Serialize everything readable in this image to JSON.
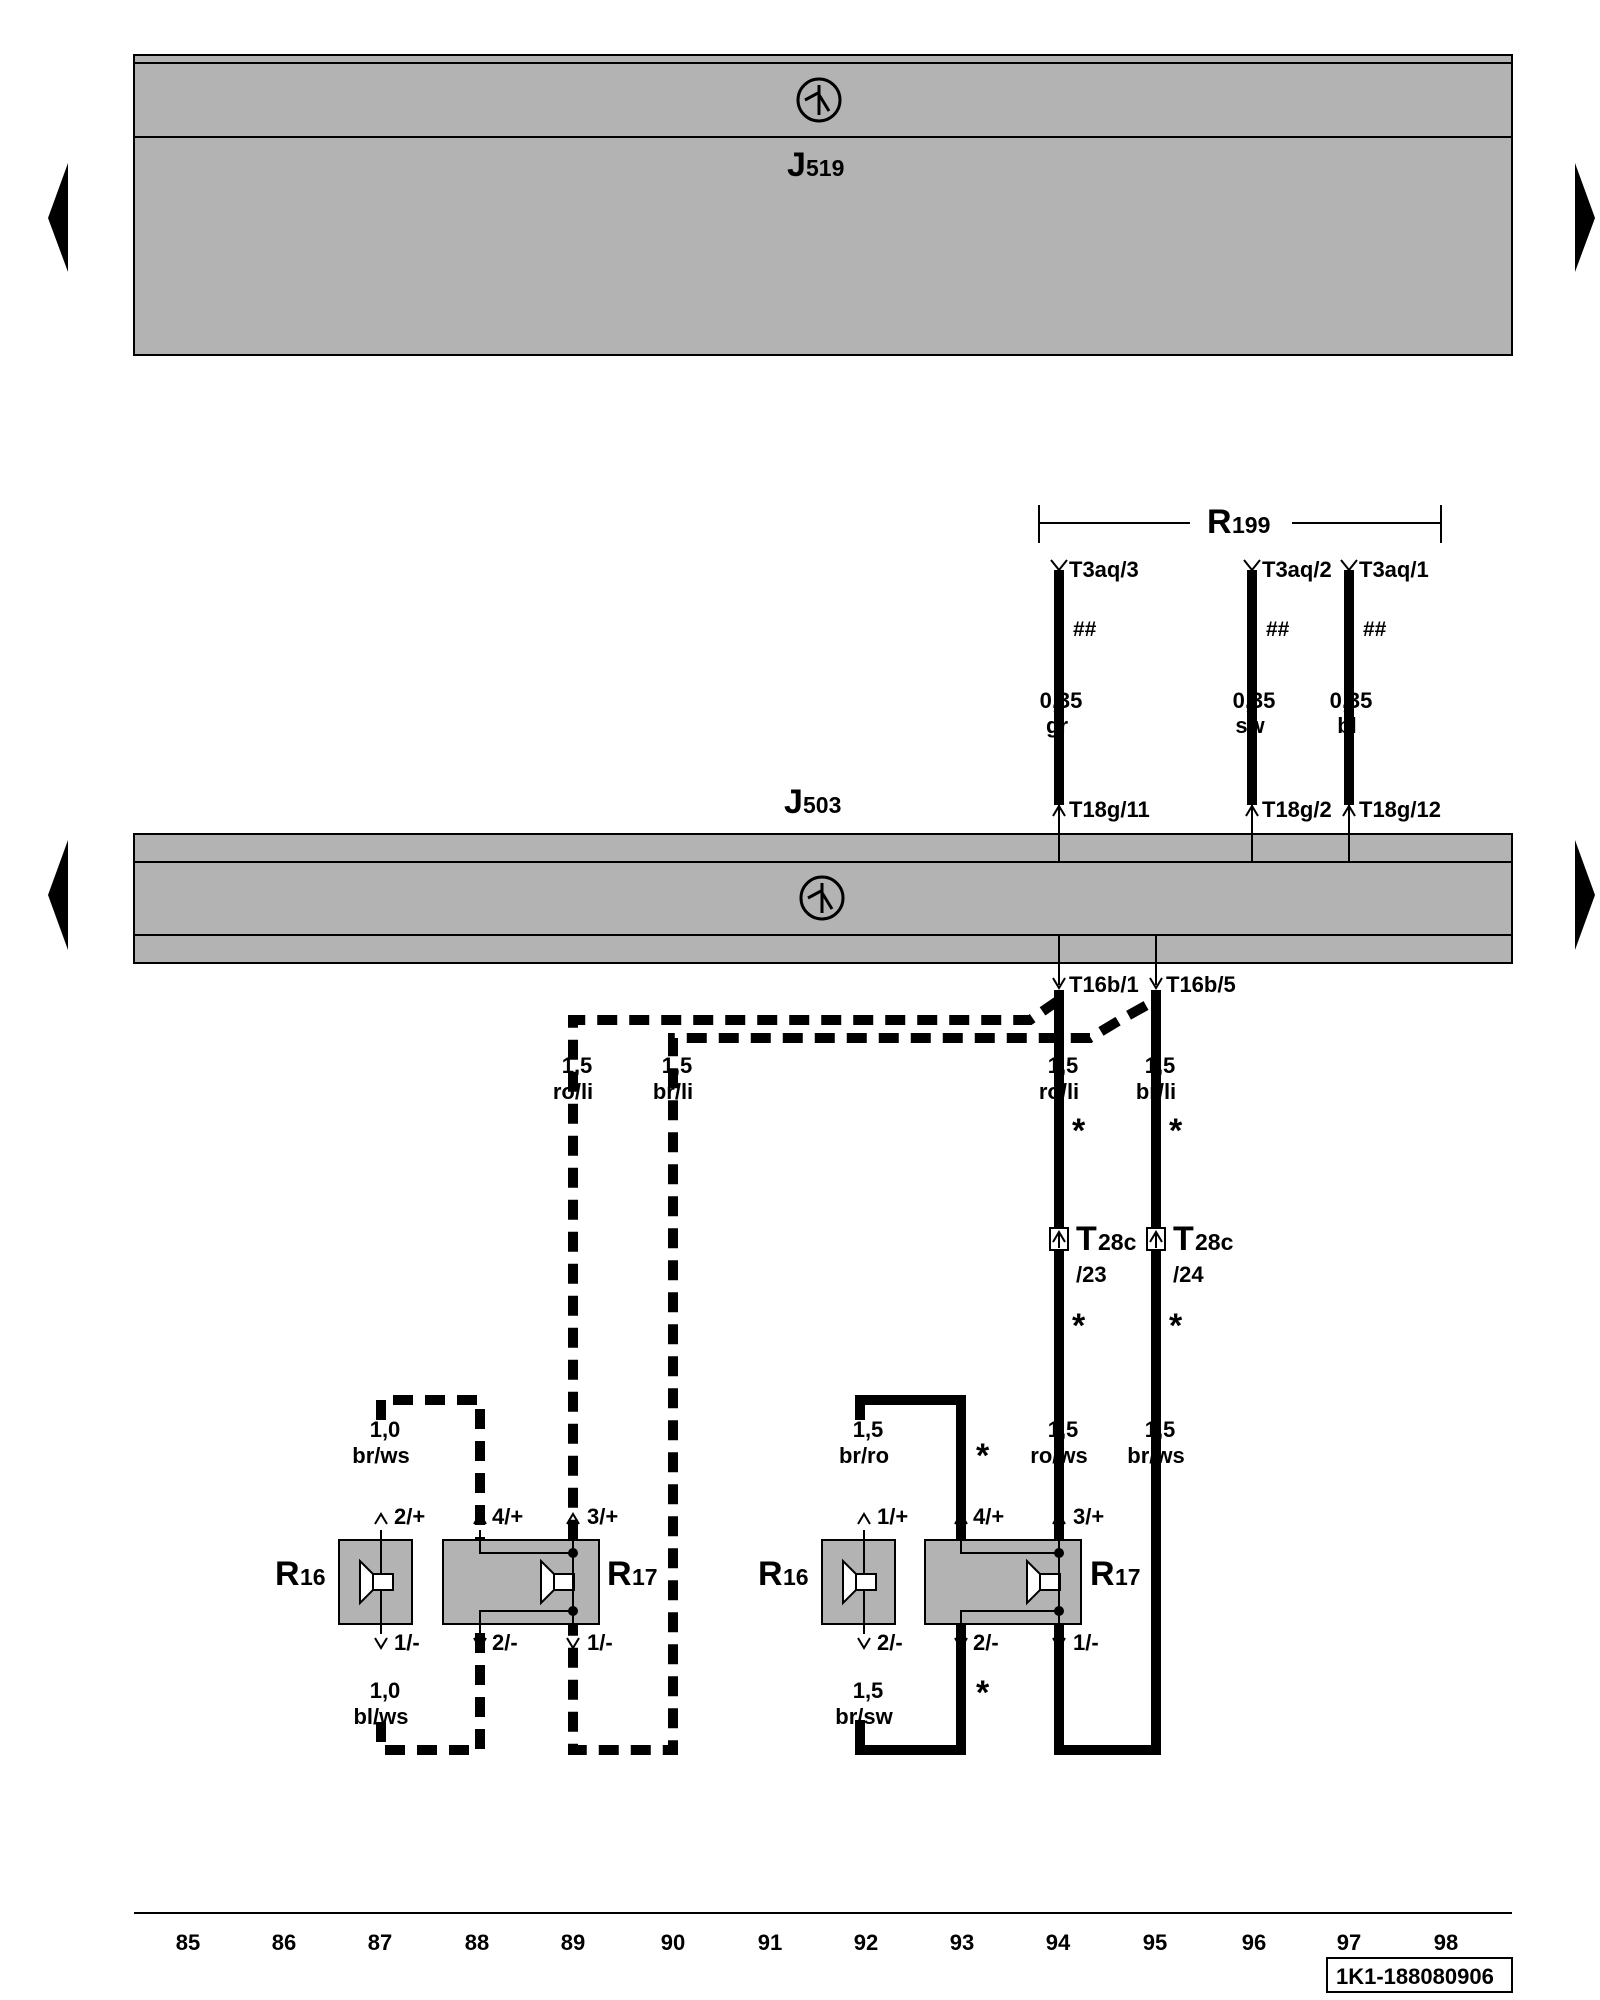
{
  "modules": {
    "top": {
      "name": "J",
      "sub": "519"
    },
    "middle": {
      "name": "J",
      "sub": "503"
    }
  },
  "component_r199": {
    "name": "R",
    "sub": "199"
  },
  "speaker": {
    "r16": {
      "name": "R",
      "sub": "16"
    },
    "r17": {
      "name": "R",
      "sub": "17"
    }
  },
  "pins_top": {
    "t3aq3": "T3aq/3",
    "t3aq2": "T3aq/2",
    "t3aq1": "T3aq/1",
    "t18g11": "T18g/11",
    "t18g2": "T18g/2",
    "t18g12": "T18g/12",
    "t16b1": "T16b/1",
    "t16b5": "T16b/5"
  },
  "hash_mark": "##",
  "star_mark": "*",
  "wires": {
    "w1": {
      "size": "0,35",
      "color": "gr"
    },
    "w2": {
      "size": "0,35",
      "color": "sw"
    },
    "w3": {
      "size": "0,35",
      "color": "bl"
    },
    "w4": {
      "size": "1,5",
      "color": "ro/li"
    },
    "w5": {
      "size": "1,5",
      "color": "br/li"
    },
    "w6": {
      "size": "1,5",
      "color": "ro/li"
    },
    "w7": {
      "size": "1,5",
      "color": "br/li"
    },
    "w8": {
      "size": "1,0",
      "color": "br/ws"
    },
    "w9": {
      "size": "1,0",
      "color": "bl/ws"
    },
    "w10": {
      "size": "1,5",
      "color": "br/ro"
    },
    "w11": {
      "size": "1,5",
      "color": "br/sw"
    },
    "w12": {
      "size": "1,5",
      "color": "ro/ws"
    },
    "w13": {
      "size": "1,5",
      "color": "br/ws"
    }
  },
  "connector_t28c": {
    "name": "T",
    "sub": "28c",
    "pin_a": "/23",
    "pin_b": "/24"
  },
  "speaker_pins": {
    "left_r16_top": "2/+",
    "left_r16_bottom": "1/-",
    "left_r17_top_a": "4/+",
    "left_r17_top_b": "3/+",
    "left_r17_bottom_a": "2/-",
    "left_r17_bottom_b": "1/-",
    "right_r16_top": "1/+",
    "right_r16_bottom": "2/-",
    "right_r17_top_a": "4/+",
    "right_r17_top_b": "3/+",
    "right_r17_bottom_a": "2/-",
    "right_r17_bottom_b": "1/-"
  },
  "ruler": [
    "85",
    "86",
    "87",
    "88",
    "89",
    "90",
    "91",
    "92",
    "93",
    "94",
    "95",
    "96",
    "97",
    "98"
  ],
  "doc_id": "1K1-188080906"
}
